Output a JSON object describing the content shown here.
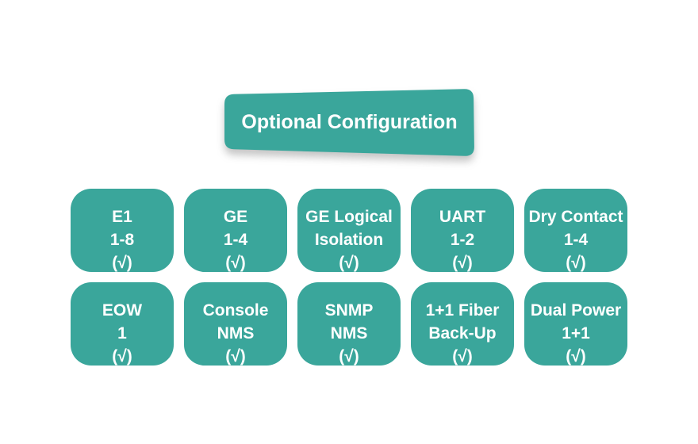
{
  "colors": {
    "teal": "#3AA69B",
    "text": "#FFFFFF"
  },
  "banner": {
    "label": "Optional Configuration"
  },
  "grid": {
    "rows": [
      [
        {
          "id": "e1",
          "lines": [
            "E1",
            "1-8",
            "(√)"
          ]
        },
        {
          "id": "ge",
          "lines": [
            "GE",
            "1-4",
            "(√)"
          ]
        },
        {
          "id": "ge-logical-isolation",
          "lines": [
            "GE Logical",
            "Isolation",
            "(√)"
          ]
        },
        {
          "id": "uart",
          "lines": [
            "UART",
            "1-2",
            "(√)"
          ]
        },
        {
          "id": "dry-contact",
          "lines": [
            "Dry Contact",
            "1-4",
            "(√)"
          ]
        }
      ],
      [
        {
          "id": "eow",
          "lines": [
            "EOW",
            "1",
            "(√)"
          ]
        },
        {
          "id": "console-nms",
          "lines": [
            "Console",
            "NMS",
            "(√)"
          ]
        },
        {
          "id": "snmp-nms",
          "lines": [
            "SNMP",
            "NMS",
            "(√)"
          ]
        },
        {
          "id": "fiber-backup",
          "lines": [
            "1+1 Fiber",
            "Back-Up",
            "(√)"
          ]
        },
        {
          "id": "dual-power",
          "lines": [
            "Dual Power",
            "1+1",
            "(√)"
          ]
        }
      ]
    ]
  }
}
